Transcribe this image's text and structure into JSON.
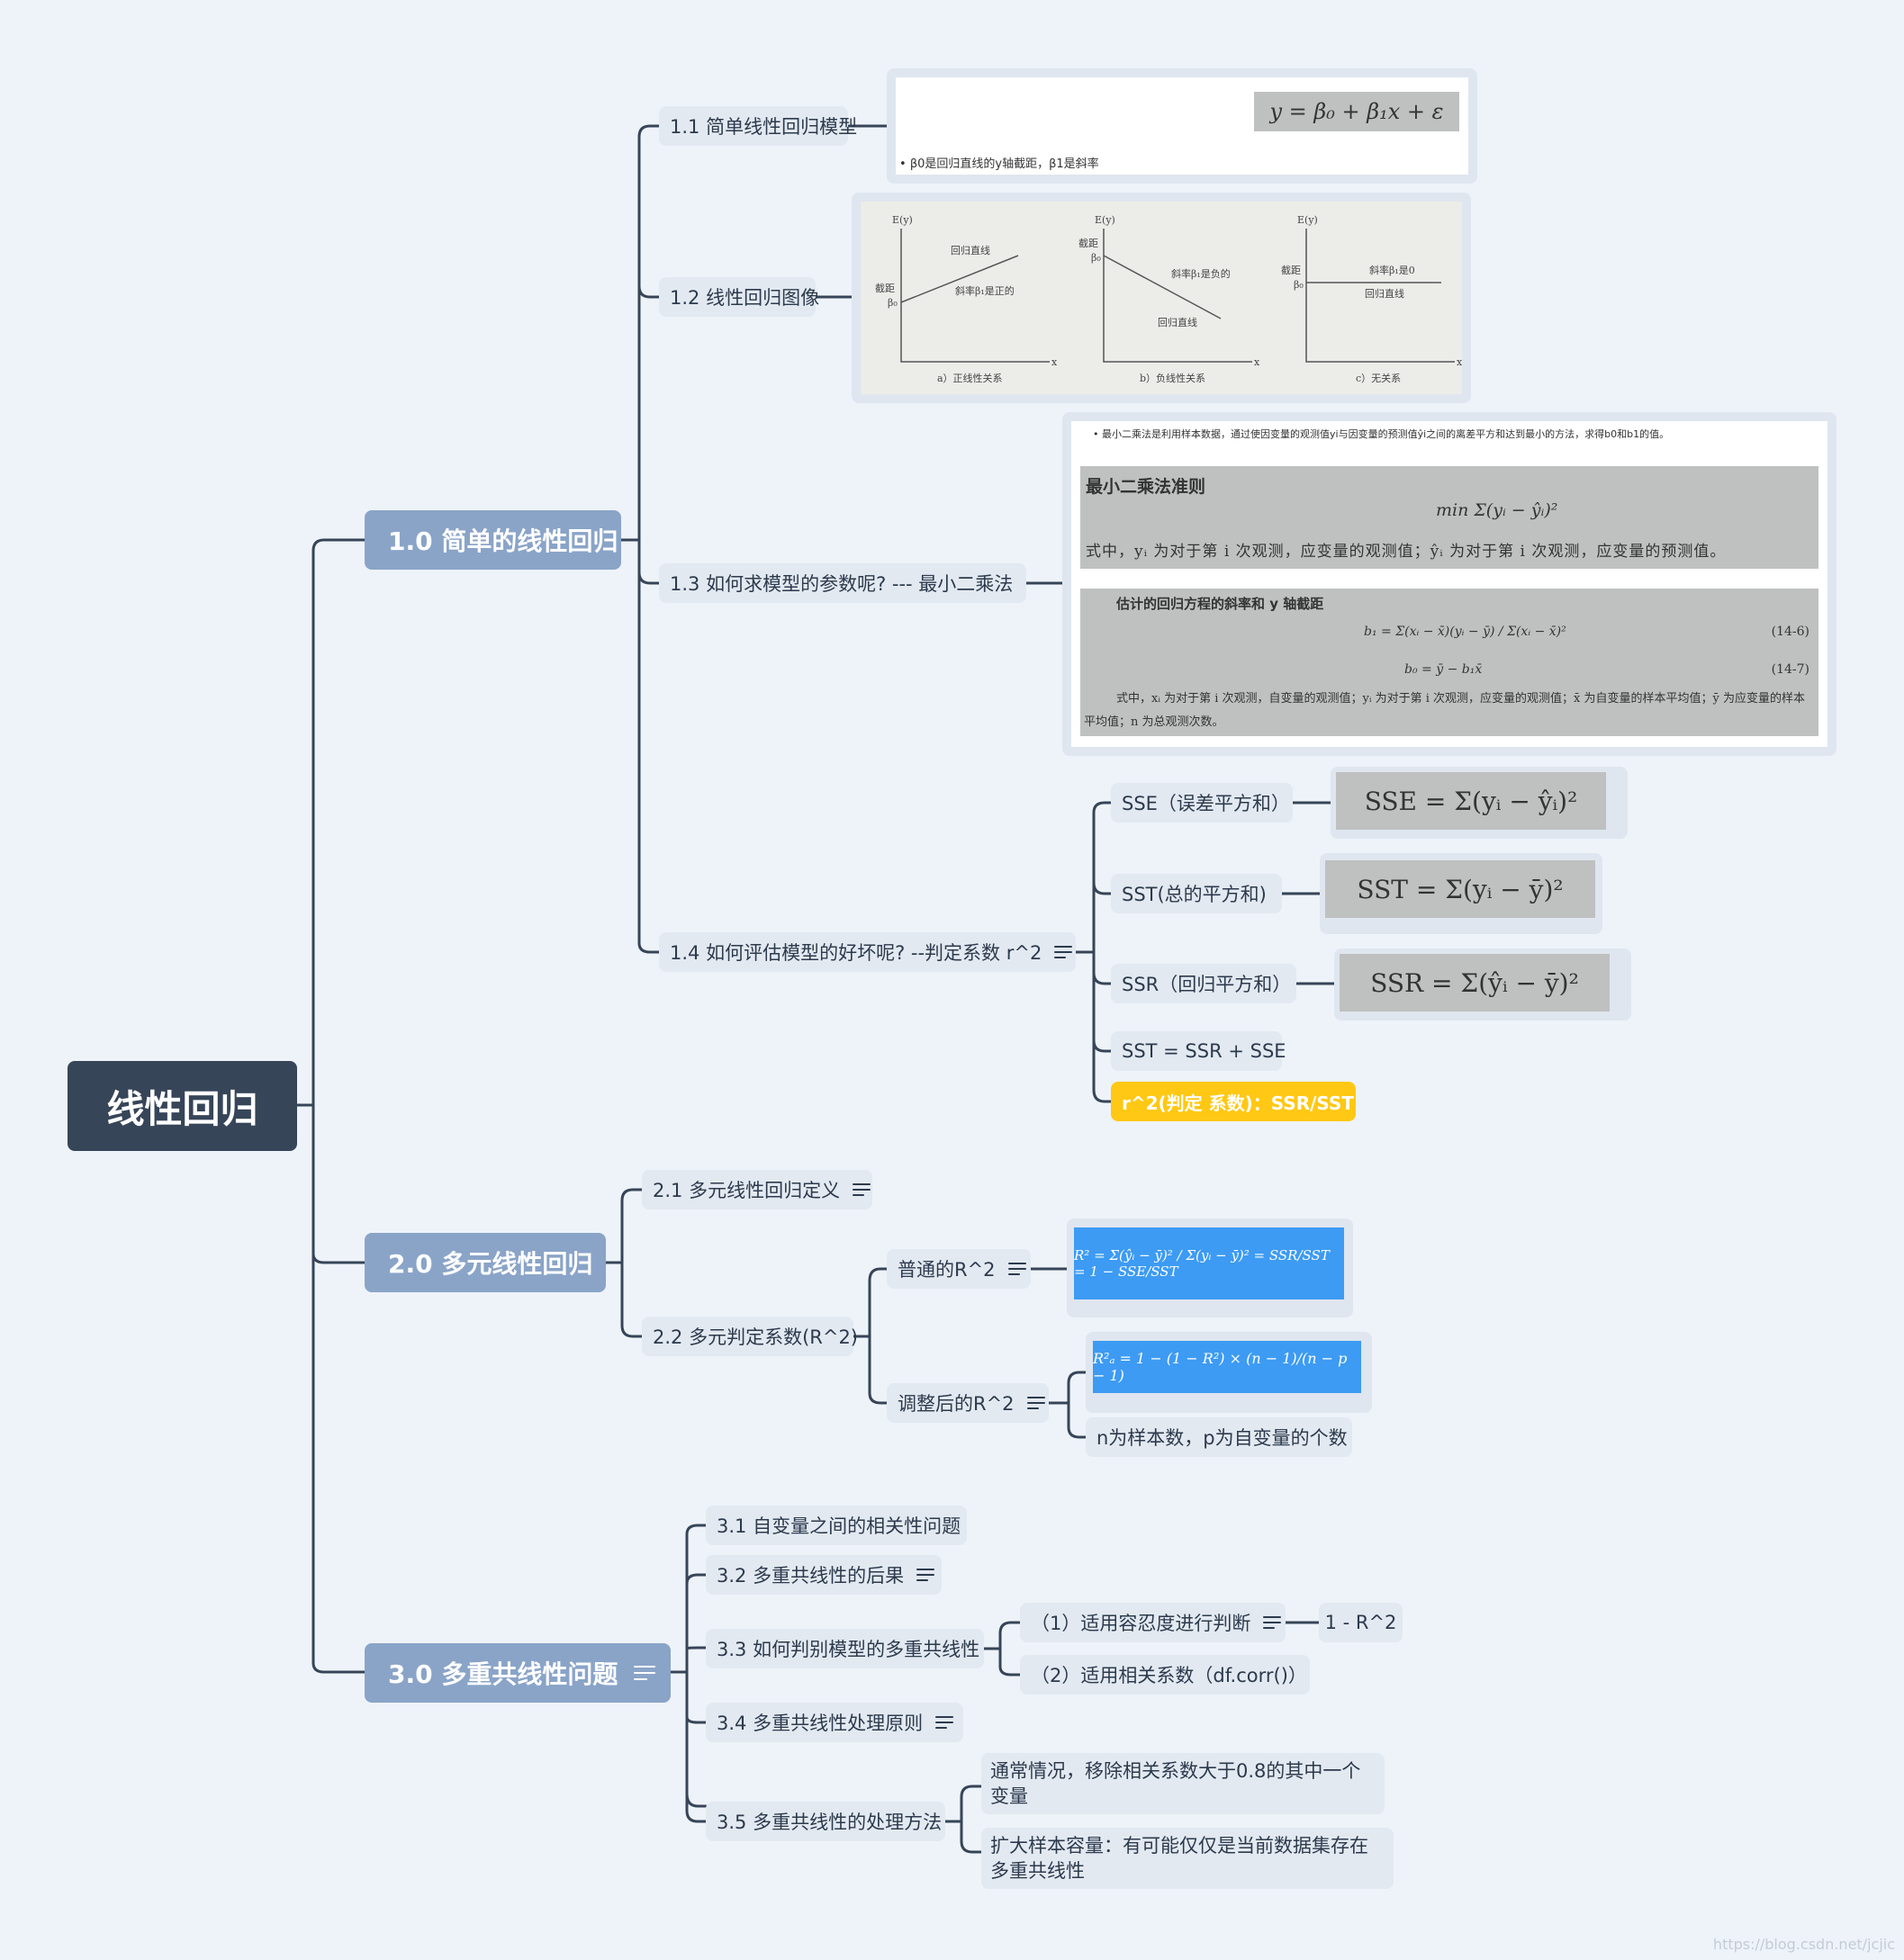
{
  "root": "线性回归",
  "sections": {
    "s1": {
      "title": "1.0 简单的线性回归",
      "n11": {
        "label": "1.1 简单线性回归模型",
        "formula": "y = β₀ + β₁x + ε",
        "bullet": "β0是回归直线的y轴截距，β1是斜率"
      },
      "n12": {
        "label": "1.2 线性回归图像",
        "axis_y": "E(y)",
        "axis_x": "x",
        "intercept": "截距",
        "beta0": "β₀",
        "line_label": "回归直线",
        "plots": [
          {
            "caption": "a）正线性关系",
            "slope": "斜率β₁是正的"
          },
          {
            "caption": "b）负线性关系",
            "slope": "斜率β₁是负的"
          },
          {
            "caption": "c）无关系",
            "slope": "斜率β₁是0"
          }
        ]
      },
      "n13": {
        "label": "1.3  如何求模型的参数呢? --- 最小二乘法",
        "bullet": "最小二乘法是利用样本数据，通过使因变量的观测值yi与因变量的预测值ŷi之间的离差平方和达到最小的方法，求得b0和b1的值。",
        "box1_title": "最小二乘法准则",
        "box1_formula": "min Σ(yᵢ − ŷᵢ)²",
        "box1_text": "式中，yᵢ 为对于第 i 次观测，应变量的观测值；ŷᵢ 为对于第 i 次观测，应变量的预测值。",
        "box2_title": "估计的回归方程的斜率和 y 轴截距",
        "box2_f1": "b₁ = Σ(xᵢ − x̄)(yᵢ − ȳ) / Σ(xᵢ − x̄)²",
        "box2_f1_no": "(14-6)",
        "box2_f2": "b₀ = ȳ − b₁x̄",
        "box2_f2_no": "(14-7)",
        "box2_text": "式中，xᵢ 为对于第 i 次观测，自变量的观测值；yᵢ 为对于第 i 次观测，应变量的观测值；x̄ 为自变量的样本平均值；ȳ 为应变量的样本平均值；n 为总观测次数。"
      },
      "n14": {
        "label": "1.4 如何评估模型的好坏呢? --判定系数 r^2",
        "sse": {
          "label": "SSE（误差平方和）",
          "formula": "SSE = Σ(yᵢ − ŷᵢ)²"
        },
        "sst": {
          "label": "SST(总的平方和)",
          "formula": "SST = Σ(yᵢ − ȳ)²"
        },
        "ssr": {
          "label": "SSR（回归平方和）",
          "formula": "SSR = Σ(ŷᵢ − ȳ)²"
        },
        "eq": "SST = SSR + SSE",
        "r2": "r^2(判定 系数)：SSR/SST"
      }
    },
    "s2": {
      "title": "2.0 多元线性回归",
      "n21": "2.1 多元线性回归定义",
      "n22": {
        "label": "2.2 多元判定系数(R^2)",
        "normal": {
          "label": "普通的R^2",
          "formula": "R² = Σ(ŷᵢ − ȳ)² / Σ(yᵢ − ȳ)² = SSR/SST = 1 − SSE/SST"
        },
        "adjusted": {
          "label": "调整后的R^2",
          "formula": "R²ₐ = 1 − (1 − R²) × (n − 1)/(n − p − 1)",
          "note": "n为样本数，p为自变量的个数"
        }
      }
    },
    "s3": {
      "title": "3.0 多重共线性问题",
      "n31": "3.1  自变量之间的相关性问题",
      "n32": "3.2 多重共线性的后果",
      "n33": {
        "label": "3.3 如何判别模型的多重共线性",
        "c1": "（1）适用容忍度进行判断",
        "c1_child": "1 - R^2",
        "c2": "（2）适用相关系数（df.corr()）"
      },
      "n34": "3.4 多重共线性处理原则",
      "n35": {
        "label": "3.5 多重共线性的处理方法",
        "c1": "通常情况，移除相关系数大于0.8的其中一个变量",
        "c2": "扩大样本容量：有可能仅仅是当前数据集存在多重共线性"
      }
    }
  },
  "watermark": "https://blog.csdn.net/jcjic",
  "colors": {
    "root": "#364558",
    "main": "#8aa4c8",
    "highlight": "#ffc814",
    "formula_blue": "#3d9bf3",
    "line": "#364558"
  }
}
